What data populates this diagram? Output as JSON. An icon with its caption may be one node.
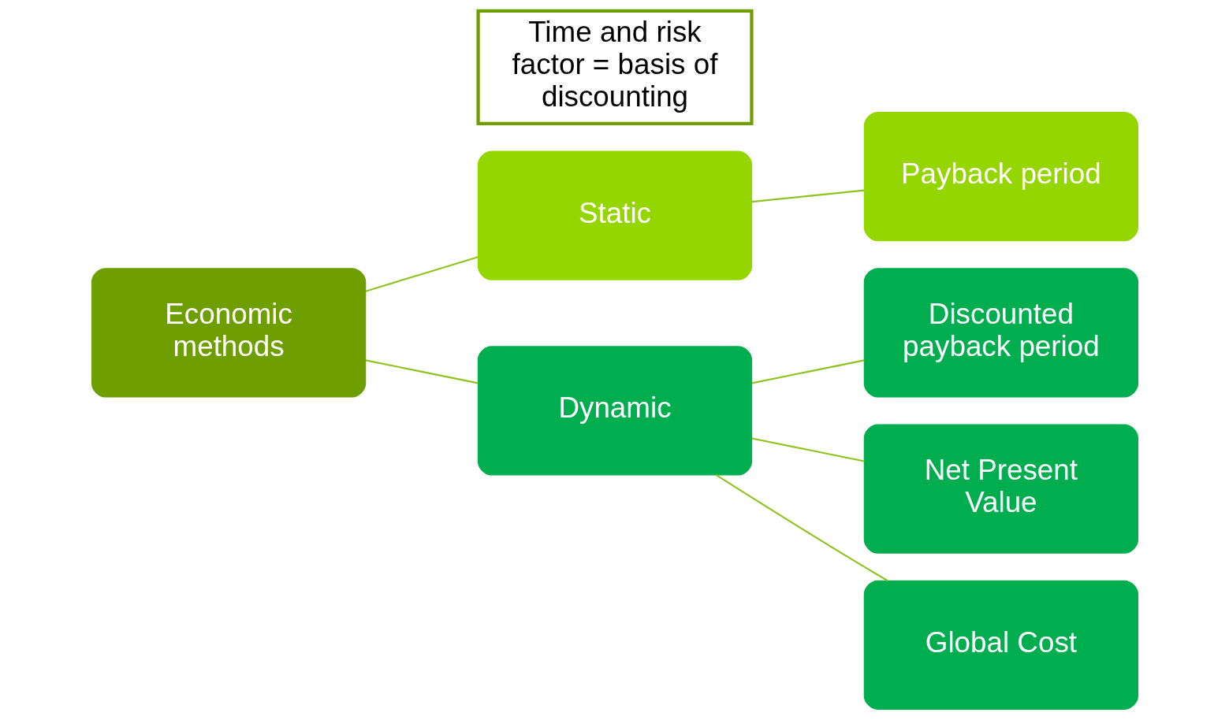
{
  "diagram": {
    "nodes": [
      {
        "text": [
          "Economic methods"
        ]
      },
      {
        "text": [
          "Static"
        ]
      },
      {
        "text": [
          "Payback period"
        ]
      },
      {
        "text": [
          "Dynamic"
        ]
      },
      {
        "text": [
          "Discounted payback period"
        ]
      },
      {
        "text": [
          "Net Present Value"
        ]
      },
      {
        "text": [
          "Global Cost"
        ]
      },
      {
        "text": [
          "Time and risk factor = basis of discounting"
        ]
      }
    ],
    "edges": [
      {
        "from": 0,
        "to": 1,
        "arrow": "none"
      },
      {
        "from": 0,
        "to": 3,
        "arrow": "none"
      },
      {
        "from": 1,
        "to": 2,
        "arrow": "none"
      },
      {
        "from": 3,
        "to": 4,
        "arrow": "none"
      },
      {
        "from": 3,
        "to": 5,
        "arrow": "none"
      },
      {
        "from": 3,
        "to": 6,
        "arrow": "none"
      }
    ]
  }
}
